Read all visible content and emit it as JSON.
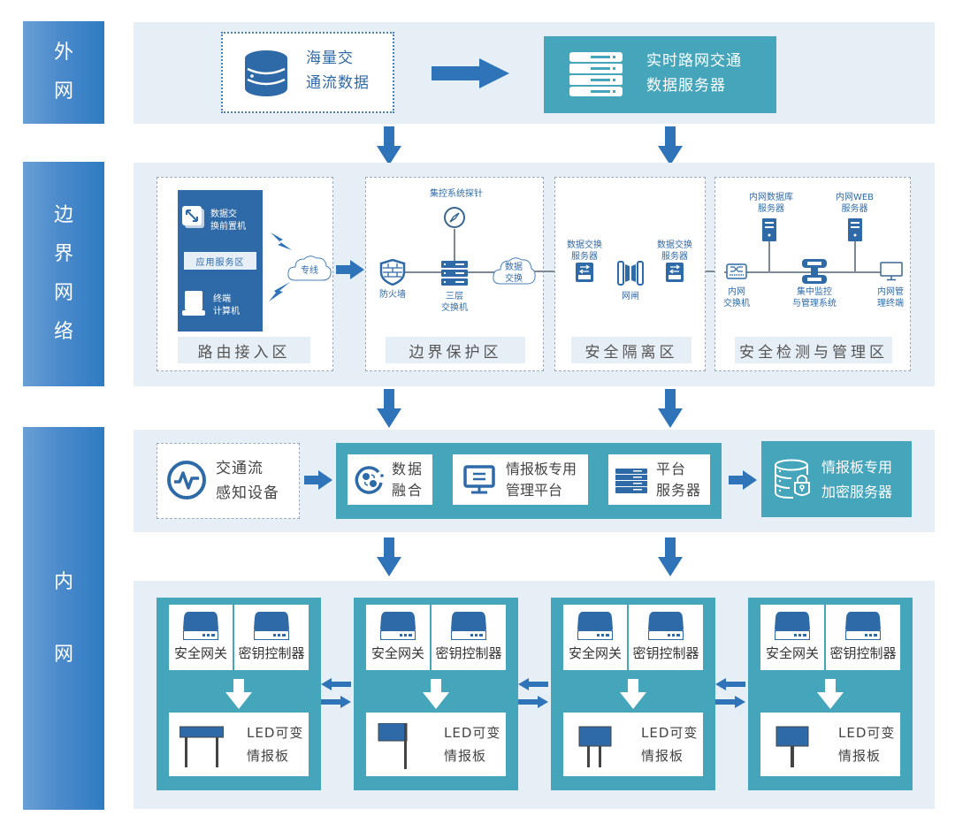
{
  "layers": {
    "external": [
      "外",
      "网"
    ],
    "boundary": [
      "边",
      "界",
      "网",
      "络"
    ],
    "internal": [
      "内",
      "网"
    ]
  },
  "external": {
    "traffic_data": [
      "海量交",
      "通流数据"
    ],
    "realtime_server": [
      "实时路网交通",
      "数据服务器"
    ]
  },
  "boundary": {
    "routing_zone": {
      "label": "路由接入区",
      "front_machine": [
        "数据交",
        "换前置机"
      ],
      "app_service": "应用服务区",
      "terminal": [
        "终端",
        "计算机"
      ],
      "dedicated_line": "专线"
    },
    "protection_zone": {
      "label": "边界保护区",
      "probe": "集控系统探针",
      "firewall": "防火墙",
      "switch": [
        "三层",
        "交换机"
      ],
      "data_exchange": [
        "数据",
        "交换"
      ]
    },
    "isolation_zone": {
      "label": "安全隔离区",
      "exchange_server_left": [
        "数据交换",
        "服务器"
      ],
      "gatekeeper": "网闸",
      "exchange_server_right": [
        "数据交换",
        "服务器"
      ]
    },
    "monitor_zone": {
      "label": "安全检测与管理区",
      "db_server": [
        "内网数据库",
        "服务器"
      ],
      "web_server": [
        "内网WEB",
        "服务器"
      ],
      "inner_switch": [
        "内网",
        "交换机"
      ],
      "monitor_system": [
        "集中监控",
        "与管理系统"
      ],
      "mgmt_terminal": [
        "内网管",
        "理终端"
      ]
    }
  },
  "internal": {
    "sensor": [
      "交通流",
      "感知设备"
    ],
    "fusion": [
      "数据",
      "融合"
    ],
    "platform": [
      "情报板专用",
      "管理平台"
    ],
    "server": [
      "平台",
      "服务器"
    ],
    "crypto_server": [
      "情报板专用",
      "加密服务器"
    ],
    "cards": [
      {
        "gateway": "安全网关",
        "key_ctrl": "密钥控制器",
        "led": [
          "LED可变",
          "情报板"
        ],
        "sign_type": "gantry"
      },
      {
        "gateway": "安全网关",
        "key_ctrl": "密钥控制器",
        "led": [
          "LED可变",
          "情报板"
        ],
        "sign_type": "cantilever"
      },
      {
        "gateway": "安全网关",
        "key_ctrl": "密钥控制器",
        "led": [
          "LED可变",
          "情报板"
        ],
        "sign_type": "double-post"
      },
      {
        "gateway": "安全网关",
        "key_ctrl": "密钥控制器",
        "led": [
          "LED可变",
          "情报板"
        ],
        "sign_type": "single-post"
      }
    ]
  },
  "colors": {
    "primary_blue": "#2f6aa8",
    "teal": "#45a5bb",
    "panel_bg": "#e6eef6",
    "arrow_blue": "#2f74b8"
  }
}
